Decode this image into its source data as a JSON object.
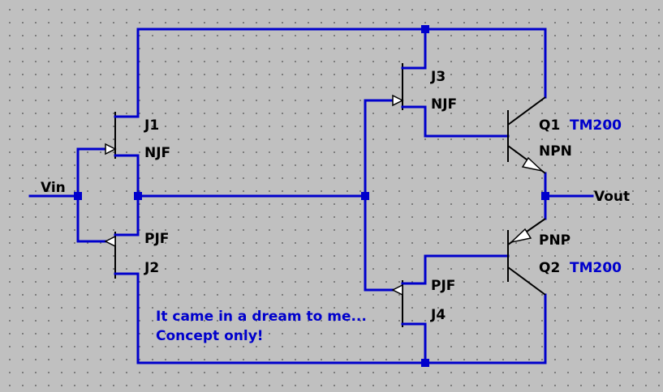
{
  "nets": {
    "input": "Vin",
    "output": "Vout"
  },
  "components": {
    "J1": {
      "ref": "J1",
      "model": "NJF"
    },
    "J2": {
      "ref": "J2",
      "model": "PJF"
    },
    "J3": {
      "ref": "J3",
      "model": "NJF"
    },
    "J4": {
      "ref": "J4",
      "model": "PJF"
    },
    "Q1": {
      "ref": "Q1",
      "type": "NPN",
      "value": "TM200"
    },
    "Q2": {
      "ref": "Q2",
      "type": "PNP",
      "value": "TM200"
    }
  },
  "comment": {
    "line1": "It came in a dream to me...",
    "line2": "Concept only!"
  },
  "colors": {
    "background": "#c0c0c0",
    "wire": "#0000cc",
    "symbol": "#000000"
  }
}
